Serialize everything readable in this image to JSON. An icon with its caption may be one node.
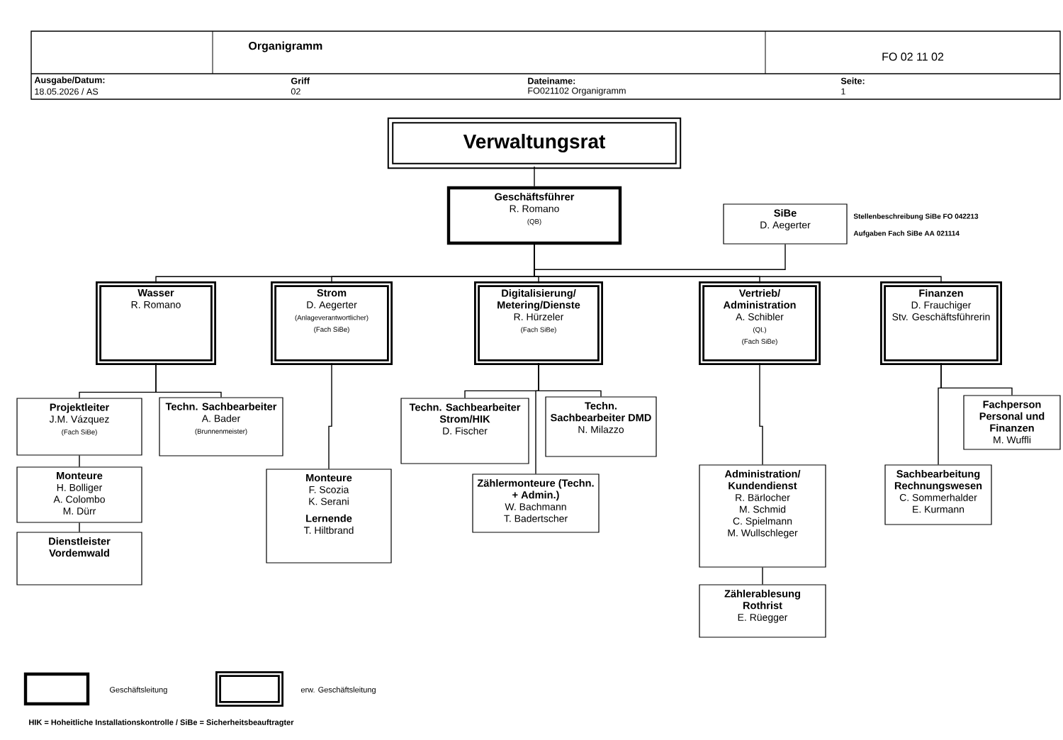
{
  "diagram": {
    "nodes": [
      {
        "text": [
          "Verwaltungsrat"
        ]
      },
      {
        "text": [
          "Geschäftsführer",
          "R. Romano",
          "(QB)"
        ]
      },
      {
        "text": [
          "SiBe",
          "D. Aegerter"
        ],
        "beside": [
          "Stellenbeschreibung SiBe FO 042213",
          "Aufgaben Fach SiBe AA 021114"
        ]
      },
      {
        "text": [
          "Wasser",
          "R. Romano"
        ]
      },
      {
        "text": [
          "Strom",
          "D. Aegerter",
          "(Anlageverantwortlicher)",
          "(Fach SiBe)"
        ]
      },
      {
        "text": [
          "Digitalisierung/ Metering/Dienste",
          "R. Hürzeler",
          "(Fach SiBe)"
        ]
      },
      {
        "text": [
          "Vertrieb/ Administration",
          "A. Schibler",
          "(QL)",
          "(Fach SiBe)"
        ]
      },
      {
        "text": [
          "Finanzen",
          "D. Frauchiger",
          "Stv. Geschäftsführerin"
        ]
      },
      {
        "text": [
          "Projektleiter",
          "J.M. Vázquez",
          "(Fach SiBe)"
        ]
      },
      {
        "text": [
          "Techn. Sachbearbeiter",
          "A. Bader",
          "(Brunnenmeister)"
        ]
      },
      {
        "text": [
          "Monteure",
          "H. Bolliger",
          "A. Colombo",
          "M. Dürr"
        ]
      },
      {
        "text": [
          "Dienstleister Vordemwald"
        ]
      },
      {
        "text": [
          "Monteure",
          "F. Scozia",
          "K. Serani",
          "Lernende",
          "T. Hiltbrand"
        ]
      },
      {
        "text": [
          "Techn. Sachbearbeiter Strom/HIK",
          "D. Fischer"
        ]
      },
      {
        "text": [
          "Techn. Sachbearbeiter DMD",
          "N. Milazzo"
        ]
      },
      {
        "text": [
          "Zählermonteure (Techn. + Admin.)",
          "W. Bachmann",
          "T. Badertscher"
        ]
      },
      {
        "text": [
          "Administration/ Kundendienst",
          "R. Bärlocher",
          "M. Schmid",
          "C. Spielmann",
          "M. Wullschleger"
        ]
      },
      {
        "text": [
          "Zählerablesung Rothrist",
          "E. Rüegger"
        ]
      },
      {
        "text": [
          "Fachperson Personal und Finanzen",
          "M. Wuffli"
        ]
      },
      {
        "text": [
          "Sachbearbeitung Rechnungswesen",
          "C. Sommerhalder",
          "E. Kurmann"
        ]
      }
    ],
    "edges": [
      {
        "from": 0,
        "to": 1,
        "arrow": "none"
      },
      {
        "from": 1,
        "to": 2,
        "arrow": "none"
      },
      {
        "from": 1,
        "to": 3,
        "arrow": "none"
      },
      {
        "from": 1,
        "to": 4,
        "arrow": "none"
      },
      {
        "from": 1,
        "to": 5,
        "arrow": "none"
      },
      {
        "from": 1,
        "to": 6,
        "arrow": "none"
      },
      {
        "from": 1,
        "to": 7,
        "arrow": "none"
      },
      {
        "from": 3,
        "to": 8,
        "arrow": "none"
      },
      {
        "from": 3,
        "to": 9,
        "arrow": "none"
      },
      {
        "from": 8,
        "to": 10,
        "arrow": "none"
      },
      {
        "from": 10,
        "to": 11,
        "arrow": "none"
      },
      {
        "from": 4,
        "to": 12,
        "arrow": "none"
      },
      {
        "from": 5,
        "to": 13,
        "arrow": "none"
      },
      {
        "from": 5,
        "to": 14,
        "arrow": "none"
      },
      {
        "from": 5,
        "to": 15,
        "arrow": "none"
      },
      {
        "from": 6,
        "to": 16,
        "arrow": "none"
      },
      {
        "from": 16,
        "to": 17,
        "arrow": "none"
      },
      {
        "from": 7,
        "to": 18,
        "arrow": "none"
      },
      {
        "from": 7,
        "to": 19,
        "arrow": "none"
      }
    ],
    "labels": [
      "Organigramm",
      "FO 02 11 02",
      "Ausgabe/Datum:",
      "Griff",
      "Dateiname:",
      "Seite:",
      "18.05.2026 / AS",
      "02",
      "FO021102 Organigramm",
      "1",
      "HIK = Hoheitliche Installationskontrolle  /  SiBe = Sicherheitsbeauftragter"
    ],
    "legend": [
      {
        "text": "Geschäftsleitung"
      },
      {
        "text": "erw. Geschäftsleitung"
      }
    ]
  }
}
